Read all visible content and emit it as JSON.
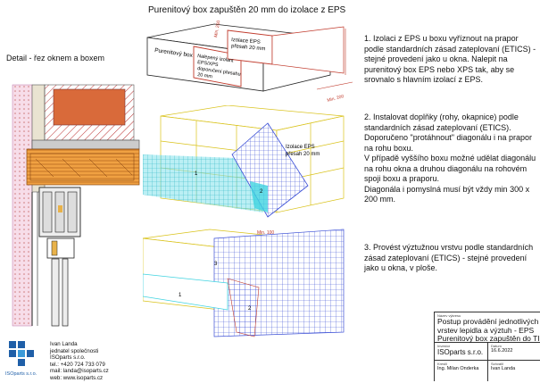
{
  "title": "Purenitový box zapuštěn 20 mm do izolace z EPS",
  "detail_label": "Detail - řez oknem a boxem",
  "steps": [
    "1. Izolaci z EPS u boxu vyříznout na prapor podle standardních zásad zateplovaní (ETICS) - stejné provedení jako u okna. Nalepit na purenitový box EPS nebo XPS tak, aby se srovnalo s hlavním izolací z EPS.",
    "2. Instalovat doplňky (rohy, okapnice) podle standardních zásad zateplovaní (ETICS). Doporučeno \"protáhnout\" diagonálu i na prapor na rohu boxu.\nV případě vyššího boxu možné udělat diagonálu na rohu okna a druhou diagonálu na rohovém spoji boxu a praporu.\nDiagonála i pomyslná musí být vždy min 300 x 200 mm.",
    "3. Provést výztužnou vrstvu podle standardních zásad zateplovaní (ETICS) - stejné provedení jako u okna, v ploše."
  ],
  "diagram1": {
    "box_label": "Purenitový box",
    "eps_label_top": "Izolace EPS\npřesah 20 mm",
    "glued_label": "Nalepený izolant\nEPS/XPS\ndoporučení přesahu\n20 mm",
    "dim_min200_a": "Min. 200",
    "dim_min200_b": "Min. 200"
  },
  "diagram2": {
    "eps_label": "Izolace EPS\npřesah 20 mm",
    "mark_1": "1",
    "mark_2": "2"
  },
  "diagram3": {
    "dim_min100": "Min. 100",
    "mark_1": "1",
    "mark_2": "2",
    "mark_3": "3"
  },
  "company": {
    "name": "Ivan Landa",
    "line2": "jednatel společnosti",
    "line3": "ISOparts s.r.o.",
    "tel": "tel.: +420 724 733 079",
    "mail": "mail: landa@isoparts.cz",
    "web": "web: www.isoparts.cz",
    "logo_text": "ISOparts s.r.o."
  },
  "title_block": {
    "name_hdr": "Název výkresu",
    "name_lines": [
      "Postup provádění jednotlivých",
      "vrstev lepidla a výztuh - EPS",
      "Purenitový box zapuštěn do TI"
    ],
    "investor_hdr": "Investor",
    "investor": "ISOparts s.r.o.",
    "date_hdr": "Datum",
    "date": "16.6.2022",
    "drew_hdr": "Kreslil",
    "drew": "Ing. Milan Onderka",
    "approved_hdr": "Schválil",
    "approved": "Ivan Landa"
  },
  "colors": {
    "brick": "#f4f28a",
    "insulation": "#f6d3e4",
    "wood": "#e8892e",
    "mesh": "#3b4fd6",
    "cyan": "#3fd3e0"
  }
}
